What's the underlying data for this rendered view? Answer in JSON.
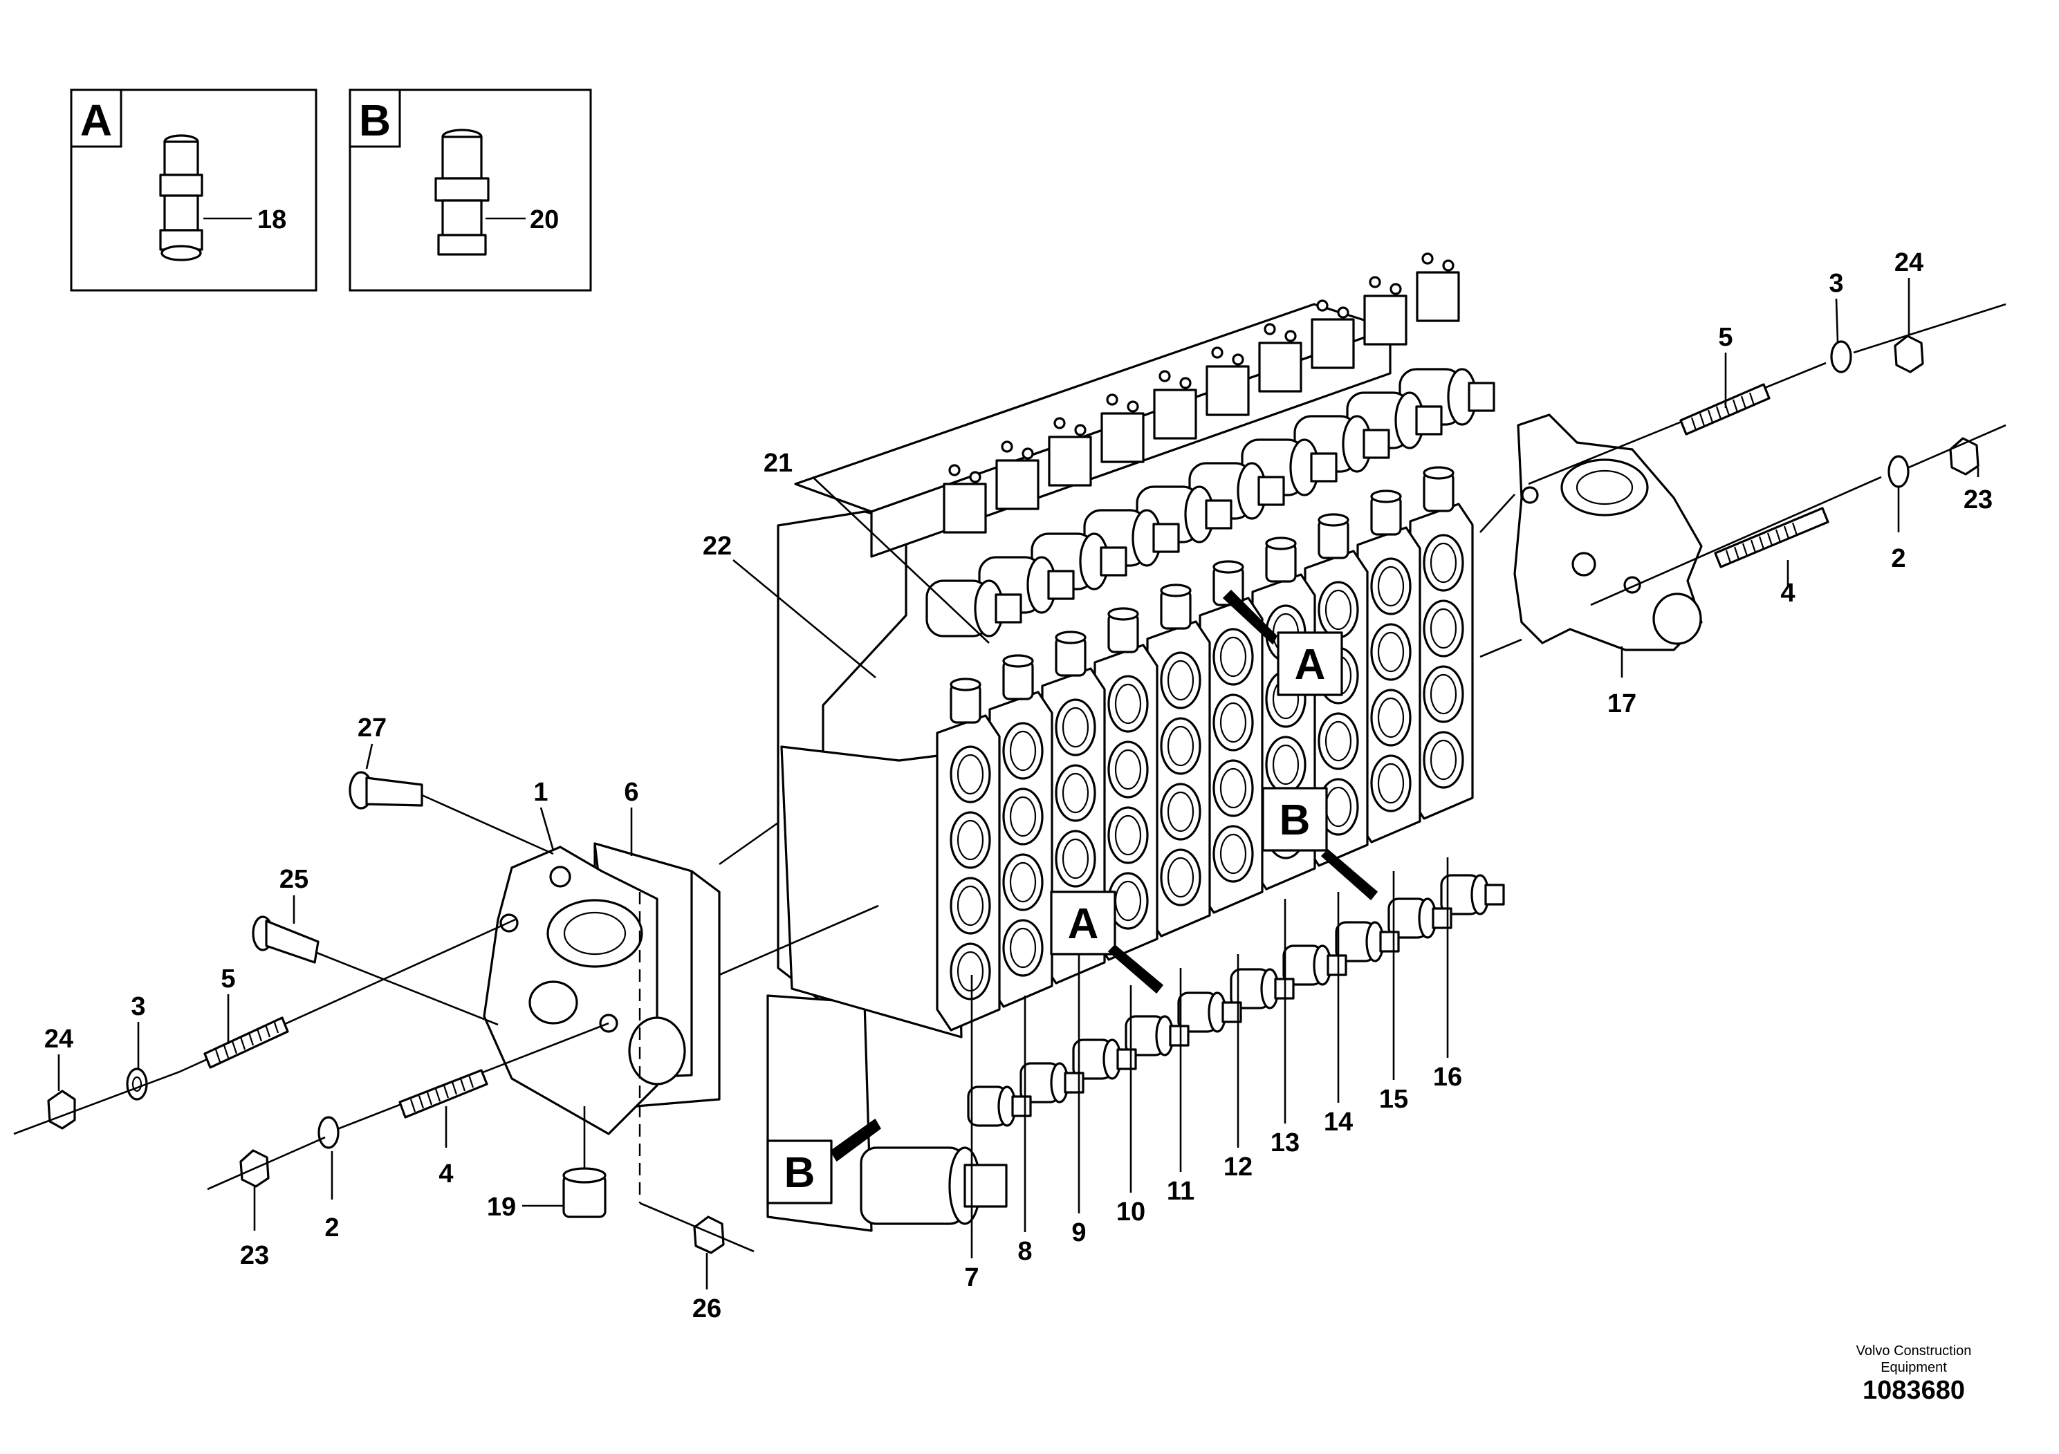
{
  "insets": [
    {
      "letter": "A",
      "part_number": "18"
    },
    {
      "letter": "B",
      "part_number": "20"
    }
  ],
  "callouts": [
    "A",
    "B",
    "A",
    "B"
  ],
  "part_numbers": [
    "1",
    "2",
    "3",
    "4",
    "5",
    "6",
    "7",
    "8",
    "9",
    "10",
    "11",
    "12",
    "13",
    "14",
    "15",
    "16",
    "17",
    "19",
    "21",
    "22",
    "23",
    "24",
    "25",
    "26",
    "27"
  ],
  "labels": {
    "n1": "1",
    "n2": "2",
    "n3": "3",
    "n4": "4",
    "n5": "5",
    "n6": "6",
    "n7": "7",
    "n8": "8",
    "n9": "9",
    "n10": "10",
    "n11": "11",
    "n12": "12",
    "n13": "13",
    "n14": "14",
    "n15": "15",
    "n16": "16",
    "n17": "17",
    "n19": "19",
    "n21": "21",
    "n22": "22",
    "n23": "23",
    "n24": "24",
    "n25": "25",
    "n26": "26",
    "n27": "27"
  },
  "footer": {
    "maker_line1": "Volvo Construction",
    "maker_line2": "Equipment",
    "document_number": "1083680"
  }
}
